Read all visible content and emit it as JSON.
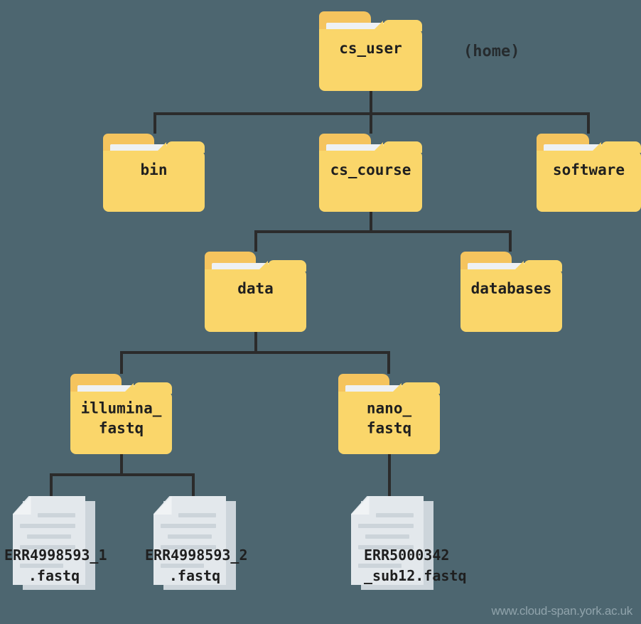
{
  "diagram": {
    "title": "cs_user directory tree",
    "background_color": "#4d6670",
    "connector_color": "#2b2b2b",
    "folder_body_color": "#fad66a",
    "folder_tab_color": "#f5c45e",
    "folder_sheet_color": "#eef1f4",
    "file_front_color": "#e3e8ec",
    "file_back_color": "#cdd5db",
    "label_color": "#1f1f1f"
  },
  "annotation": {
    "home_label": "(home)"
  },
  "watermark": {
    "text": "www.cloud-span.york.ac.uk",
    "color": "#90a3ab"
  },
  "nodes": {
    "cs_user": {
      "label": "cs_user",
      "type": "folder",
      "level": 0
    },
    "bin": {
      "label": "bin",
      "type": "folder",
      "level": 1
    },
    "cs_course": {
      "label": "cs_course",
      "type": "folder",
      "level": 1
    },
    "software": {
      "label": "software",
      "type": "folder",
      "level": 1
    },
    "data": {
      "label": "data",
      "type": "folder",
      "level": 2
    },
    "databases": {
      "label": "databases",
      "type": "folder",
      "level": 2
    },
    "illumina_fastq": {
      "label": "illumina_\nfastq",
      "type": "folder",
      "level": 3
    },
    "nano_fastq": {
      "label": "nano_\nfastq",
      "type": "folder",
      "level": 3
    },
    "err4998593_1": {
      "label": "ERR4998593_1\n.fastq",
      "type": "file",
      "level": 4
    },
    "err4998593_2": {
      "label": "ERR4998593_2\n.fastq",
      "type": "file",
      "level": 4
    },
    "err5000342_sub12": {
      "label": "ERR5000342\n_sub12.fastq",
      "type": "file",
      "level": 4
    }
  },
  "tree": {
    "root": "cs_user",
    "edges": [
      {
        "from": "cs_user",
        "to": "bin"
      },
      {
        "from": "cs_user",
        "to": "cs_course"
      },
      {
        "from": "cs_user",
        "to": "software"
      },
      {
        "from": "cs_course",
        "to": "data"
      },
      {
        "from": "cs_course",
        "to": "databases"
      },
      {
        "from": "data",
        "to": "illumina_fastq"
      },
      {
        "from": "data",
        "to": "nano_fastq"
      },
      {
        "from": "illumina_fastq",
        "to": "err4998593_1"
      },
      {
        "from": "illumina_fastq",
        "to": "err4998593_2"
      },
      {
        "from": "nano_fastq",
        "to": "err5000342_sub12"
      }
    ]
  }
}
